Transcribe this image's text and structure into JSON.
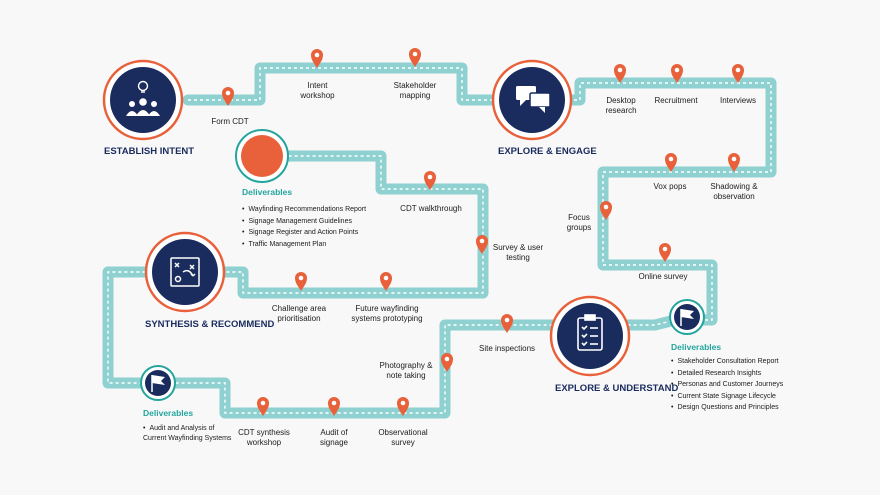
{
  "phases": {
    "establish": "ESTABLISH INTENT",
    "explore_engage": "EXPLORE & ENGAGE",
    "explore_understand": "EXPLORE & UNDERSTAND",
    "synthesis": "SYNTHESIS & RECOMMEND"
  },
  "steps": {
    "form_cdt": "Form CDT",
    "intent_workshop": "Intent workshop",
    "stakeholder_mapping": "Stakeholder mapping",
    "desktop_research": "Desktop research",
    "recruitment": "Recruitment",
    "interviews": "Interviews",
    "vox_pops": "Vox pops",
    "shadowing": "Shadowing & observation",
    "focus_groups": "Focus groups",
    "online_survey": "Online survey",
    "site_inspections": "Site inspections",
    "photography": "Photography & note taking",
    "observational_survey": "Observational survey",
    "audit_signage": "Audit of signage",
    "cdt_synthesis": "CDT synthesis workshop",
    "challenge_area": "Challenge area prioritisation",
    "future_wayfinding": "Future wayfinding systems prototyping",
    "survey_testing": "Survey & user testing",
    "cdt_walkthrough": "CDT walkthrough"
  },
  "deliverables": {
    "title": "Deliverables",
    "top": [
      "Wayfinding Recommendations Report",
      "Signage Management Guidelines",
      "Signage Register and Action Points",
      "Traffic Management Plan"
    ],
    "right": [
      "Stakeholder Consultation Report",
      "Detailed Research Insights",
      "Personas and Customer Journeys",
      "Current State Signage Lifecycle",
      "Design Questions and Principles"
    ],
    "left": [
      "Audit and Analysis of Current Wayfinding Systems"
    ]
  },
  "icons": {
    "establish": "people-lightbulb-icon",
    "explore_engage": "speech-bubbles-icon",
    "explore_understand": "clipboard-checklist-icon",
    "synthesis": "strategy-board-icon",
    "milestone": "flag-icon",
    "step": "map-pin-icon"
  },
  "colors": {
    "road": "#8fd1d0",
    "road_dash": "#ffffff",
    "pin": "#e8613a",
    "navy": "#1a2b5e",
    "teal": "#23a59e",
    "orange": "#e8613a"
  }
}
